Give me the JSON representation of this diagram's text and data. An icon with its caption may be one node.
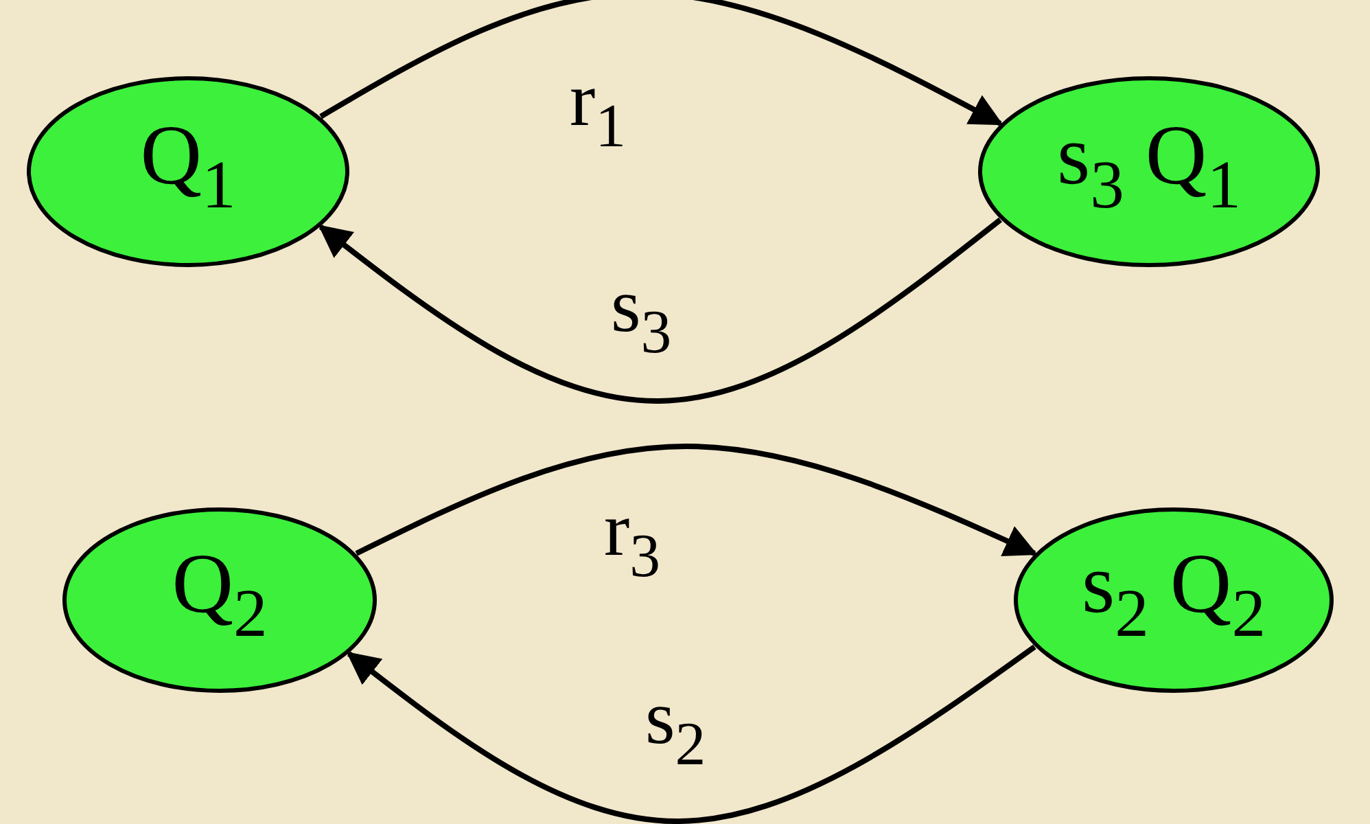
{
  "diagram": {
    "nodes": [
      {
        "text": [
          "Q$_{1}$"
        ]
      },
      {
        "text": [
          "s$_{3}$ Q$_{1}$"
        ]
      },
      {
        "text": [
          "Q$_{2}$"
        ]
      },
      {
        "text": [
          "s$_{2}$ Q$_{2}$"
        ]
      }
    ],
    "edges": [
      {
        "from": 0,
        "to": 1,
        "arrow": "to",
        "label": "r$_{1}$"
      },
      {
        "from": 1,
        "to": 0,
        "arrow": "to",
        "label": "s$_{3}$"
      },
      {
        "from": 2,
        "to": 3,
        "arrow": "to",
        "label": "r$_{3}$"
      },
      {
        "from": 3,
        "to": 2,
        "arrow": "to",
        "label": "s$_{2}$"
      }
    ]
  }
}
